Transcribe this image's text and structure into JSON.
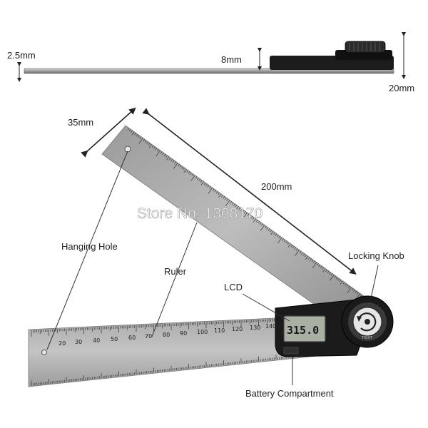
{
  "dimensions": {
    "thickness": "2.5mm",
    "body": "8mm",
    "height": "20mm",
    "width": "35mm",
    "length": "200mm"
  },
  "callouts": {
    "hanging_hole": "Hanging Hole",
    "ruler": "Ruler",
    "lcd": "LCD",
    "locking_knob": "Locking Knob",
    "battery": "Battery Compartment"
  },
  "watermark": "Store No: 1308170",
  "lcd_reading": "315.0",
  "tight_label": "TIGHT"
}
